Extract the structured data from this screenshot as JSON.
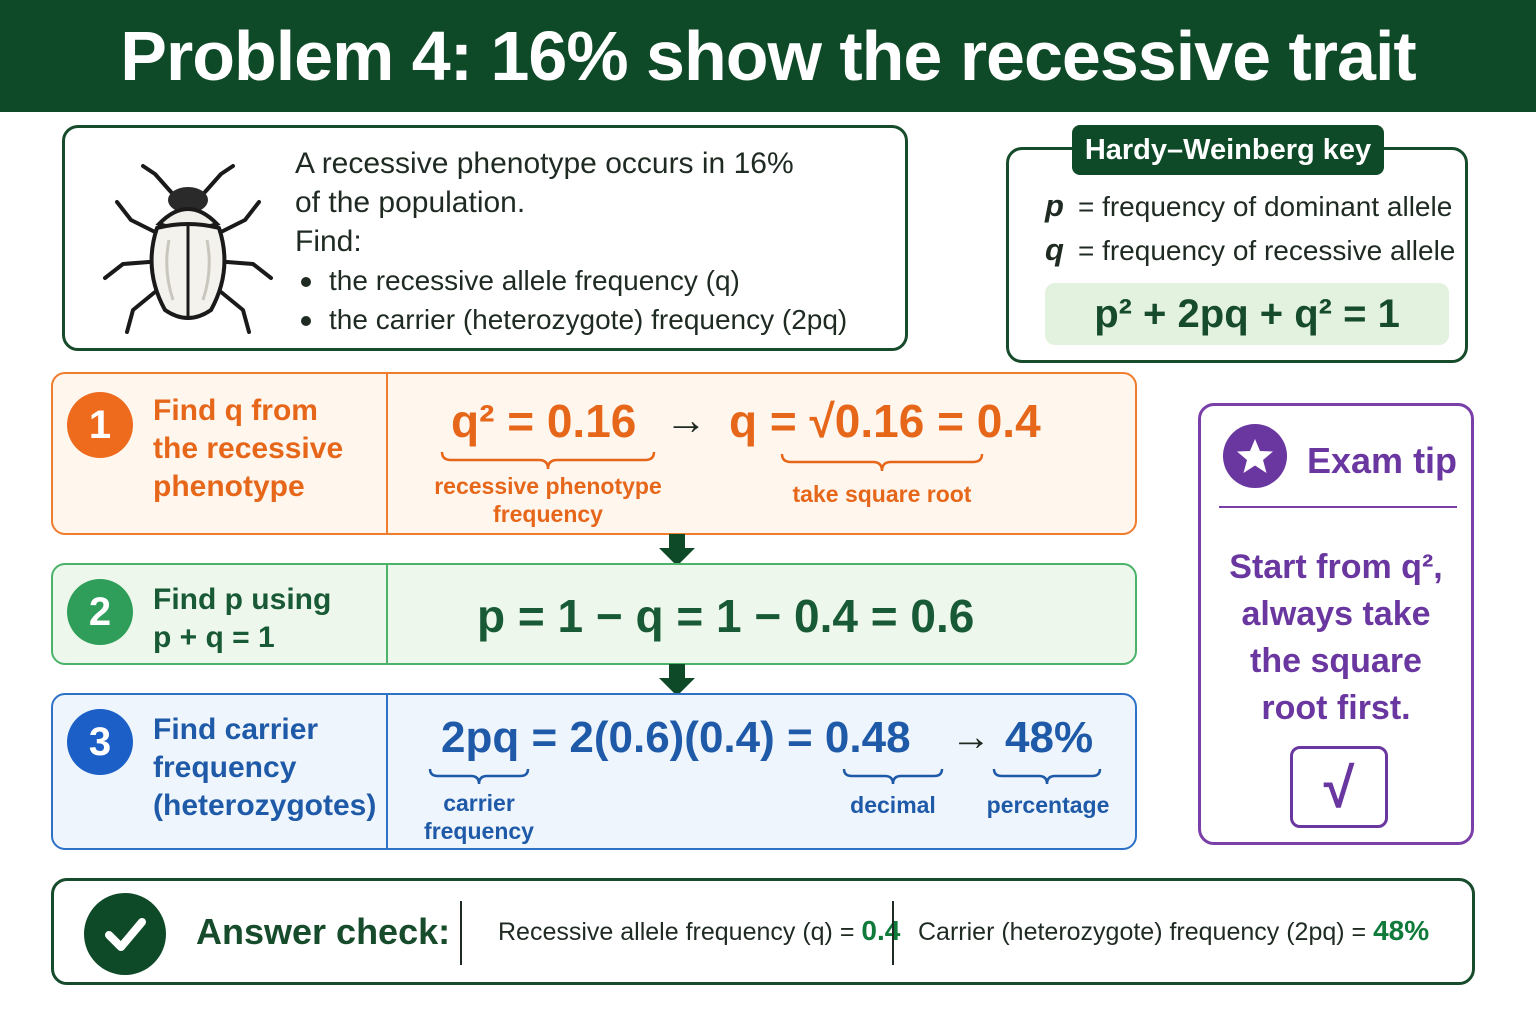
{
  "header": {
    "title": "Problem 4: 16% show the recessive trait"
  },
  "problem": {
    "line1": "A recessive phenotype occurs in 16%",
    "line2": "of the population.",
    "find_label": "Find:",
    "bullets": [
      "the recessive allele frequency (q)",
      "the carrier (heterozygote) frequency (2pq)"
    ],
    "image": "beetle-illustration"
  },
  "key": {
    "title": "Hardy–Weinberg key",
    "p_symbol": "p",
    "p_def": "= frequency of dominant allele",
    "q_symbol": "q",
    "q_def": "= frequency of recessive allele",
    "equation": "p² + 2pq + q² = 1"
  },
  "steps": [
    {
      "number": "1",
      "label_lines": [
        "Find q from",
        "the recessive",
        "phenotype"
      ],
      "eq_a": "q² = 0.16",
      "arrow": "→",
      "eq_b": "q = √0.16 = 0.4",
      "brace_a_label_lines": [
        "recessive phenotype",
        "frequency"
      ],
      "brace_b_label": "take square root"
    },
    {
      "number": "2",
      "label_lines": [
        "Find p using",
        "p + q = 1"
      ],
      "eq": "p = 1 − q = 1 − 0.4 = 0.6"
    },
    {
      "number": "3",
      "label_lines": [
        "Find carrier",
        "frequency",
        "(heterozygotes)"
      ],
      "eq_a": "2pq = 2(0.6)(0.4) = 0.48",
      "arrow": "→",
      "eq_b": "48%",
      "brace_a_label_lines": [
        "carrier",
        "frequency"
      ],
      "brace_b_label": "decimal",
      "brace_c_label": "percentage"
    }
  ],
  "tip": {
    "title": "Exam tip",
    "text_lines": [
      "Start from q²,",
      "always take",
      "the square",
      "root first."
    ],
    "sqrt_symbol": "√",
    "icon": "star-icon"
  },
  "answer": {
    "label": "Answer check:",
    "item1_text": "Recessive allele frequency (q) = ",
    "item1_value": "0.4",
    "item2_text": "Carrier (heterozygote) frequency (2pq)  = ",
    "item2_value": "48%"
  },
  "colors": {
    "header_green": "#0f4a28",
    "step1_orange": "#ee6a1c",
    "step2_green": "#2e9e5a",
    "step3_blue": "#1c60c7",
    "tip_purple": "#6a37a0"
  }
}
